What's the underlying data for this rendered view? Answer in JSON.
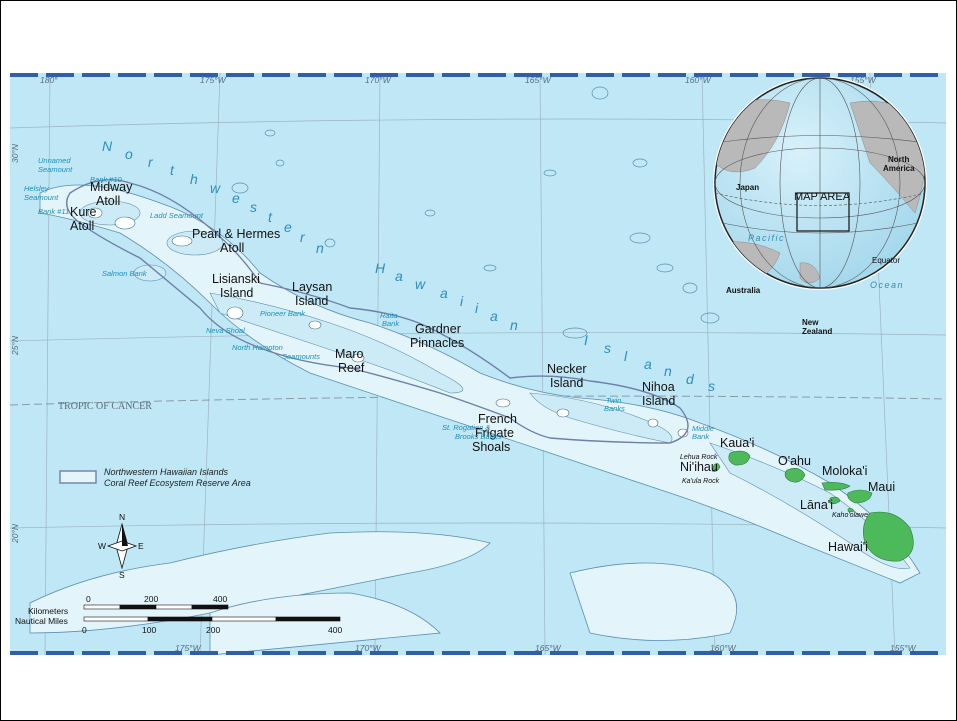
{
  "map": {
    "longitude_labels_top": [
      "180°",
      "175°W",
      "170°W",
      "165°W",
      "160°W",
      "155°W"
    ],
    "longitude_labels_bottom": [
      "175°W",
      "170°W",
      "165°W",
      "160°W",
      "155°W"
    ],
    "latitude_labels": [
      "30°N",
      "25°N",
      "20°N"
    ],
    "tropic_label": "TROPIC OF CANCER",
    "region_letters": {
      "northwestern": [
        "N",
        "o",
        "r",
        "t",
        "h",
        "w",
        "e",
        "s",
        "t",
        "e",
        "r",
        "n"
      ],
      "hawaiian": [
        "H",
        "a",
        "w",
        "a",
        "i",
        "i",
        "a",
        "n"
      ],
      "islands": [
        "I",
        "s",
        "l",
        "a",
        "n",
        "d",
        "s"
      ]
    },
    "islands": {
      "kure": [
        "Kure",
        "Atoll"
      ],
      "midway": [
        "Midway",
        "Atoll"
      ],
      "pearl_hermes": [
        "Pearl & Hermes",
        "Atoll"
      ],
      "lisianski": [
        "Lisianski",
        "Island"
      ],
      "laysan": [
        "Laysan",
        "Island"
      ],
      "maro": [
        "Maro",
        "Reef"
      ],
      "gardner": [
        "Gardner",
        "Pinnacles"
      ],
      "french_frigate": [
        "French",
        "Frigate",
        "Shoals"
      ],
      "necker": [
        "Necker",
        "Island"
      ],
      "nihoa": [
        "Nihoa",
        "Island"
      ],
      "kauai": "Kaua'i",
      "niihau": "Ni'ihau",
      "oahu": "O'ahu",
      "molokai": "Moloka'i",
      "maui": "Maui",
      "lanai": "Lāna'i",
      "hawaii": "Hawai'i"
    },
    "small_labels": {
      "lehua": "Lehua Rock",
      "kaula": "Ka'ula Rock",
      "kahoolawe": "Kaho'olawe"
    },
    "banks": {
      "unnamed": [
        "Unnamed",
        "Seamount"
      ],
      "helsley": [
        "Helsley",
        "Seamount"
      ],
      "bank10": "Bank #10",
      "bank11": "Bank #11",
      "ladd": "Ladd Seamount",
      "salmon": "Salmon Bank",
      "pioneer": "Pioneer Bank",
      "neva": "Neva Shoal",
      "north_hampton": [
        "North Hampton",
        "Seamounts"
      ],
      "raita": [
        "Raita",
        "Bank"
      ],
      "st_rogatien": [
        "St. Rogatien &",
        "Brooks Banks"
      ],
      "twin": [
        "Twin",
        "Banks"
      ],
      "middle": [
        "Middle",
        "Bank"
      ]
    },
    "legend": [
      "Northwestern Hawaiian Islands",
      "Coral Reef Ecosystem Reserve Area"
    ],
    "compass": {
      "n": "N",
      "s": "S",
      "e": "E",
      "w": "W"
    },
    "scale_km": {
      "label": "Kilometers",
      "ticks": [
        "0",
        "200",
        "400"
      ]
    },
    "scale_nm": {
      "label": "Nautical Miles",
      "ticks": [
        "0",
        "100",
        "200",
        "400"
      ]
    },
    "inset": {
      "japan": "Japan",
      "north_america": [
        "North",
        "America"
      ],
      "map_area": "MAP AREA",
      "pacific": "Pacific",
      "ocean": "Ocean",
      "equator": "Equator",
      "australia": "Australia",
      "new_zealand": [
        "New",
        "Zealand"
      ]
    },
    "colors": {
      "ocean": "#bfe7f6",
      "shallow": "#e4f4fb",
      "contour": "#5a8fb0",
      "land": "#4cb95a",
      "reserve_boundary": "#6e7fa8",
      "graticule": "#9eb3c1",
      "border_dash": "#2f5fa8"
    }
  }
}
